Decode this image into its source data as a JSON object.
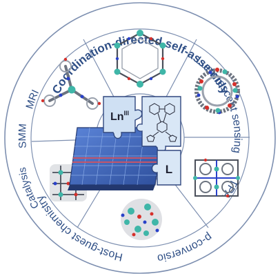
{
  "center": {
    "lanthanide_label": "Ln",
    "lanthanide_superscript": "III",
    "ligand_label": "L"
  },
  "applications": [
    {
      "id": "coordination",
      "label": "Coordination-directed self-assembly"
    },
    {
      "id": "luminescent",
      "label": "Luminescent sensing"
    },
    {
      "id": "tpa",
      "label": "TPA"
    },
    {
      "id": "upconversion",
      "label": "Up-conversion"
    },
    {
      "id": "hostguest",
      "label": "Host-guest chemistry"
    },
    {
      "id": "catalysis",
      "label": "Catalysis"
    },
    {
      "id": "smm",
      "label": "SMM"
    },
    {
      "id": "mri",
      "label": "MRI"
    }
  ],
  "colors": {
    "ring_stroke": "#7d8fb0",
    "label_text": "#2f4f86",
    "center_blue": "#4a6fc4",
    "puzzle_light": "#cfe0f3",
    "puzzle_dark": "#30477e"
  }
}
